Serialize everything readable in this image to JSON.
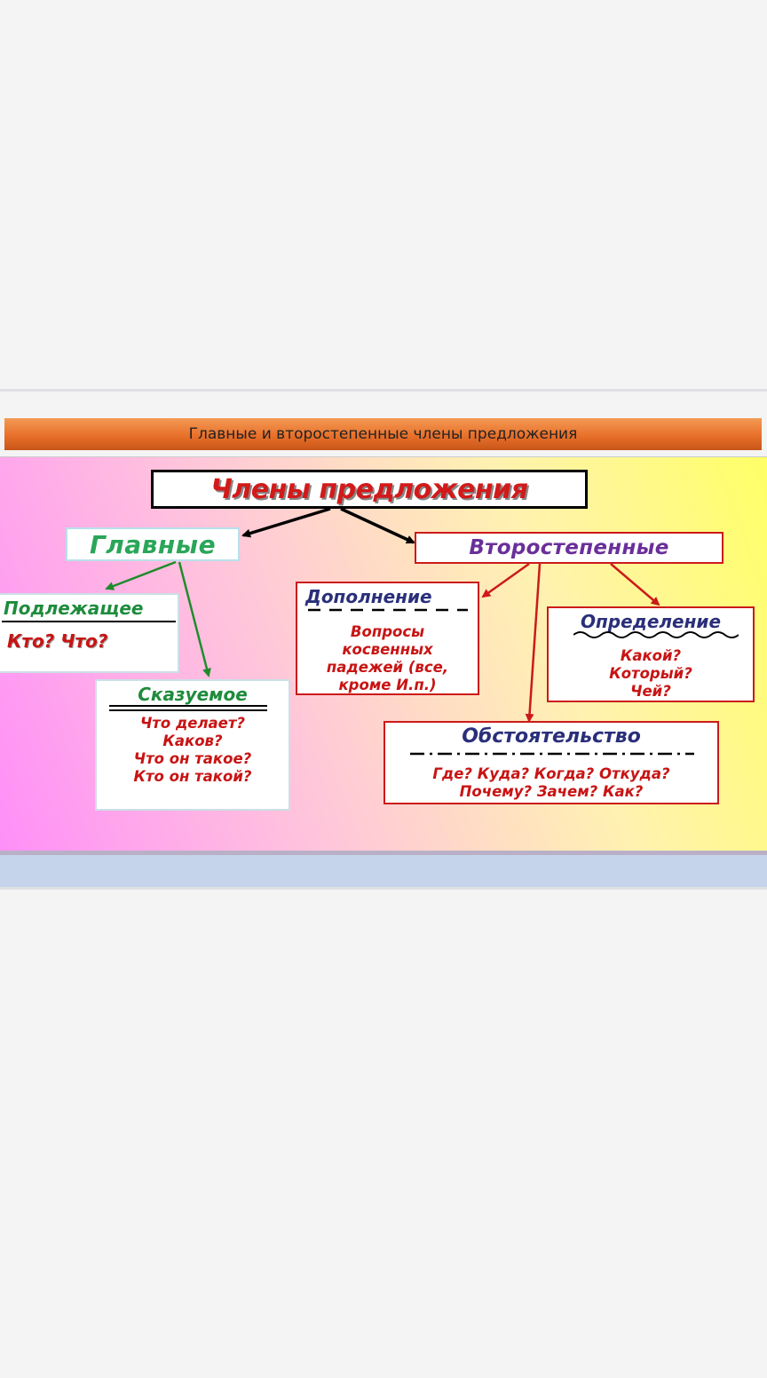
{
  "app": {
    "title": "Главные и второстепенные члены предложения"
  },
  "diagram": {
    "title": "Члены предложения",
    "main": {
      "label": "Главные",
      "subject": {
        "label": "Подлежащее",
        "questions": "Кто? Что?"
      },
      "predicate": {
        "label": "Сказуемое",
        "lines": [
          "Что делает?",
          "Каков?",
          "Что он такое?",
          "Кто он такой?"
        ]
      }
    },
    "secondary": {
      "label": "Второстепенные",
      "object": {
        "label": "Дополнение",
        "lines": [
          "Вопросы",
          "косвенных",
          "падежей (все,",
          "кроме И.п.)"
        ]
      },
      "attribute": {
        "label": "Определение",
        "lines": [
          "Какой?",
          "Который?",
          "Чей?"
        ]
      },
      "adverbial": {
        "label": "Обстоятельство",
        "lines": [
          "Где? Куда? Когда? Откуда?",
          "Почему? Зачем? Как?"
        ]
      }
    }
  },
  "colors": {
    "red": "#c81414",
    "green": "#1e8c3c",
    "purple": "#6a2f9a",
    "navy": "#2a2f7a"
  }
}
